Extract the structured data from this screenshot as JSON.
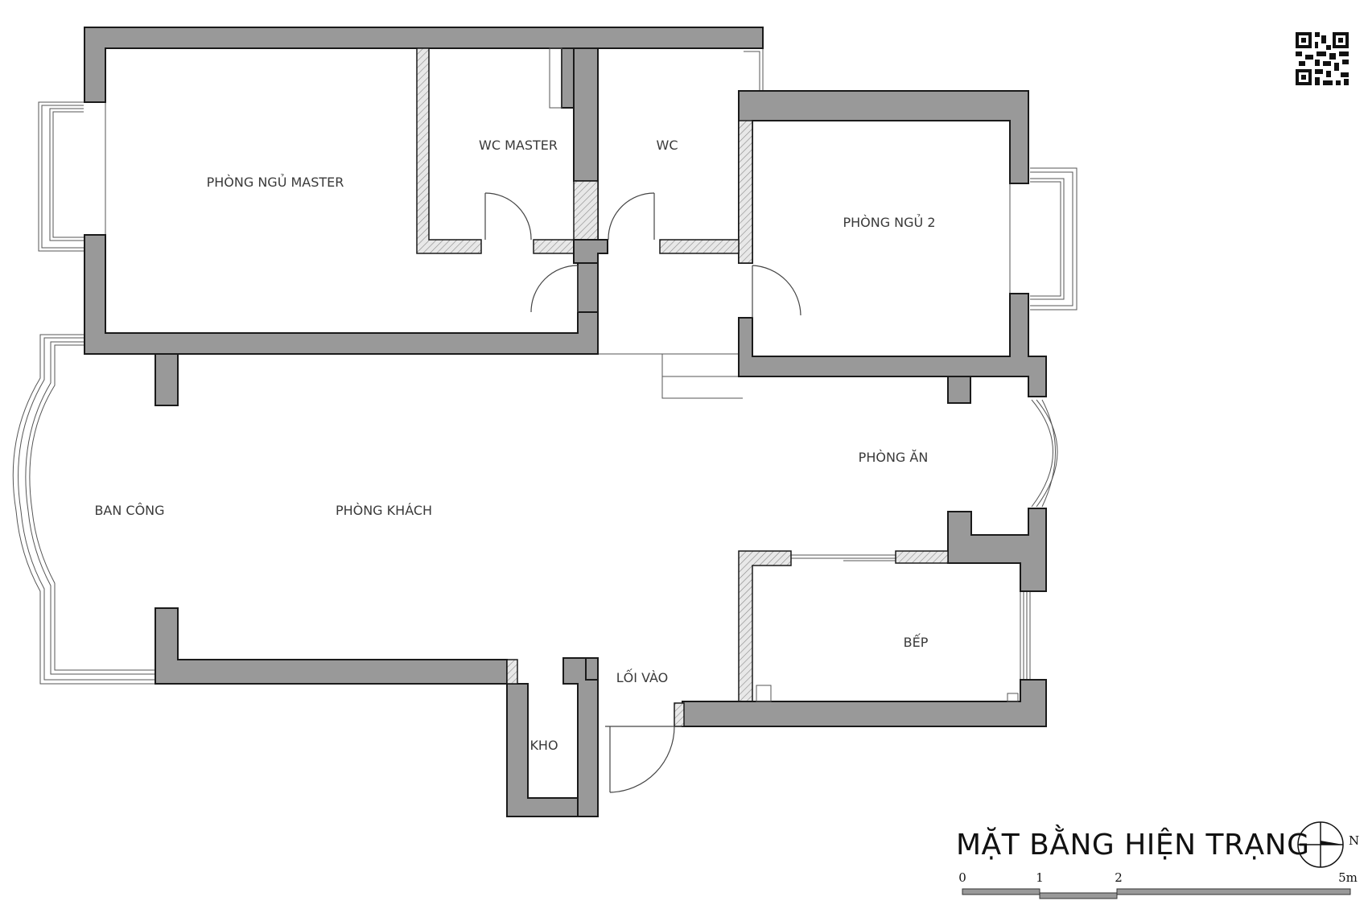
{
  "title": "MẶT BẰNG HIỆN TRẠNG",
  "north_label": "N",
  "rooms": {
    "master_bedroom": "PHÒNG NGỦ MASTER",
    "wc_master": "WC MASTER",
    "wc": "WC",
    "bedroom_2": "PHÒNG NGỦ 2",
    "dining": "PHÒNG ĂN",
    "balcony": "BAN CÔNG",
    "living": "PHÒNG KHÁCH",
    "kitchen": "BẾP",
    "entrance": "LỐI VÀO",
    "storage": "KHO"
  },
  "scale_bar": {
    "labels": [
      "0",
      "1",
      "2",
      "5m"
    ]
  },
  "icons": [
    "qr-code-icon",
    "north-arrow-icon"
  ]
}
